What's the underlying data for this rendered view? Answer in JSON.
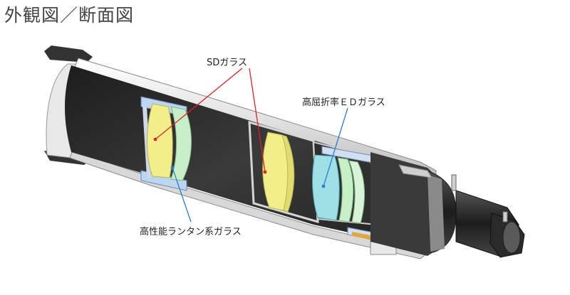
{
  "title": "外観図／断面図",
  "labels": {
    "sd": "SDガラス",
    "ed": "高屈折率ＥＤガラス",
    "lanthanum": "高性能ランタン系ガラス"
  },
  "colors": {
    "sd_pointer": "#e0202a",
    "ed_pointer": "#2a7fc8",
    "lanthanum_pointer": "#2a7fc8",
    "sd_glass": "#f2ee8a",
    "ed_glass": "#9fe0e6",
    "lanthanum_glass": "#c8f0c8",
    "tube_interior": "#2a2a2a",
    "tube_shell": "#f2f2f2"
  },
  "icons": [
    "telescope-cross-section"
  ]
}
